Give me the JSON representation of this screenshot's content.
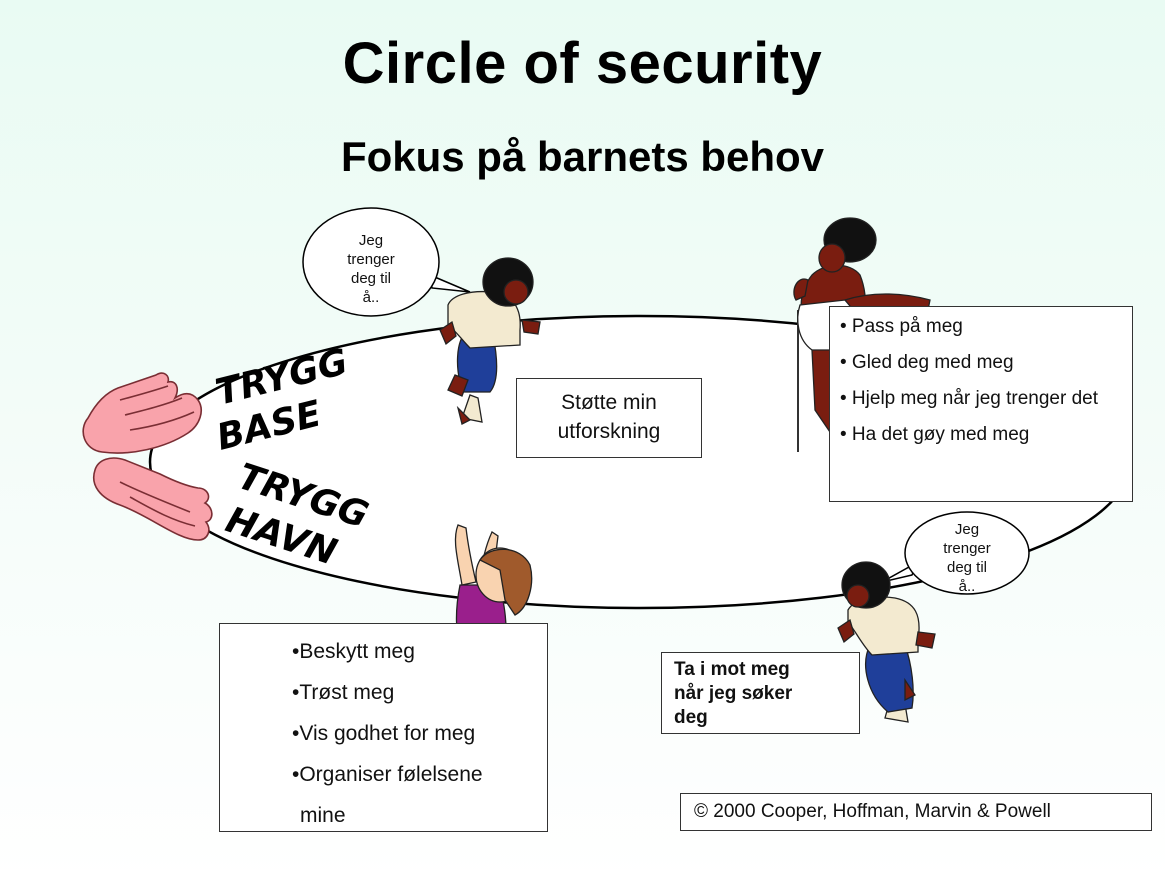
{
  "title": "Circle of security",
  "subtitle": "Fokus på barnets behov",
  "labels": {
    "secure_base": [
      "TRYGG",
      "BASE"
    ],
    "safe_haven": [
      "TRYGG",
      "HAVN"
    ]
  },
  "bubbles": {
    "top": [
      "Jeg",
      "trenger",
      "deg til",
      "å.."
    ],
    "bottom": [
      "Jeg",
      "trenger",
      "deg til",
      "å.."
    ]
  },
  "box_center": [
    "Støtte min",
    "utforskning"
  ],
  "box_right": [
    "• Pass på meg",
    "• Gled deg med meg",
    "• Hjelp meg når jeg trenger det",
    "• Ha det gøy med meg"
  ],
  "box_left": [
    "•Beskytt meg",
    "•Trøst meg",
    "•Vis godhet for meg",
    "•Organiser følelsene"
  ],
  "box_left_cont": "mine",
  "box_tami": [
    "Ta i mot meg",
    "når jeg søker",
    "deg"
  ],
  "copyright": "© 2000 Cooper, Hoffman, Marvin & Powell",
  "colors": {
    "hand": "#f9a3ab",
    "shirt": "#f3ead0",
    "pants": "#1f3f9a",
    "skin_dark": "#7a1d10",
    "hair": "#111111",
    "top_purple": "#9a1f8c",
    "hair_brown": "#a05a2c"
  }
}
